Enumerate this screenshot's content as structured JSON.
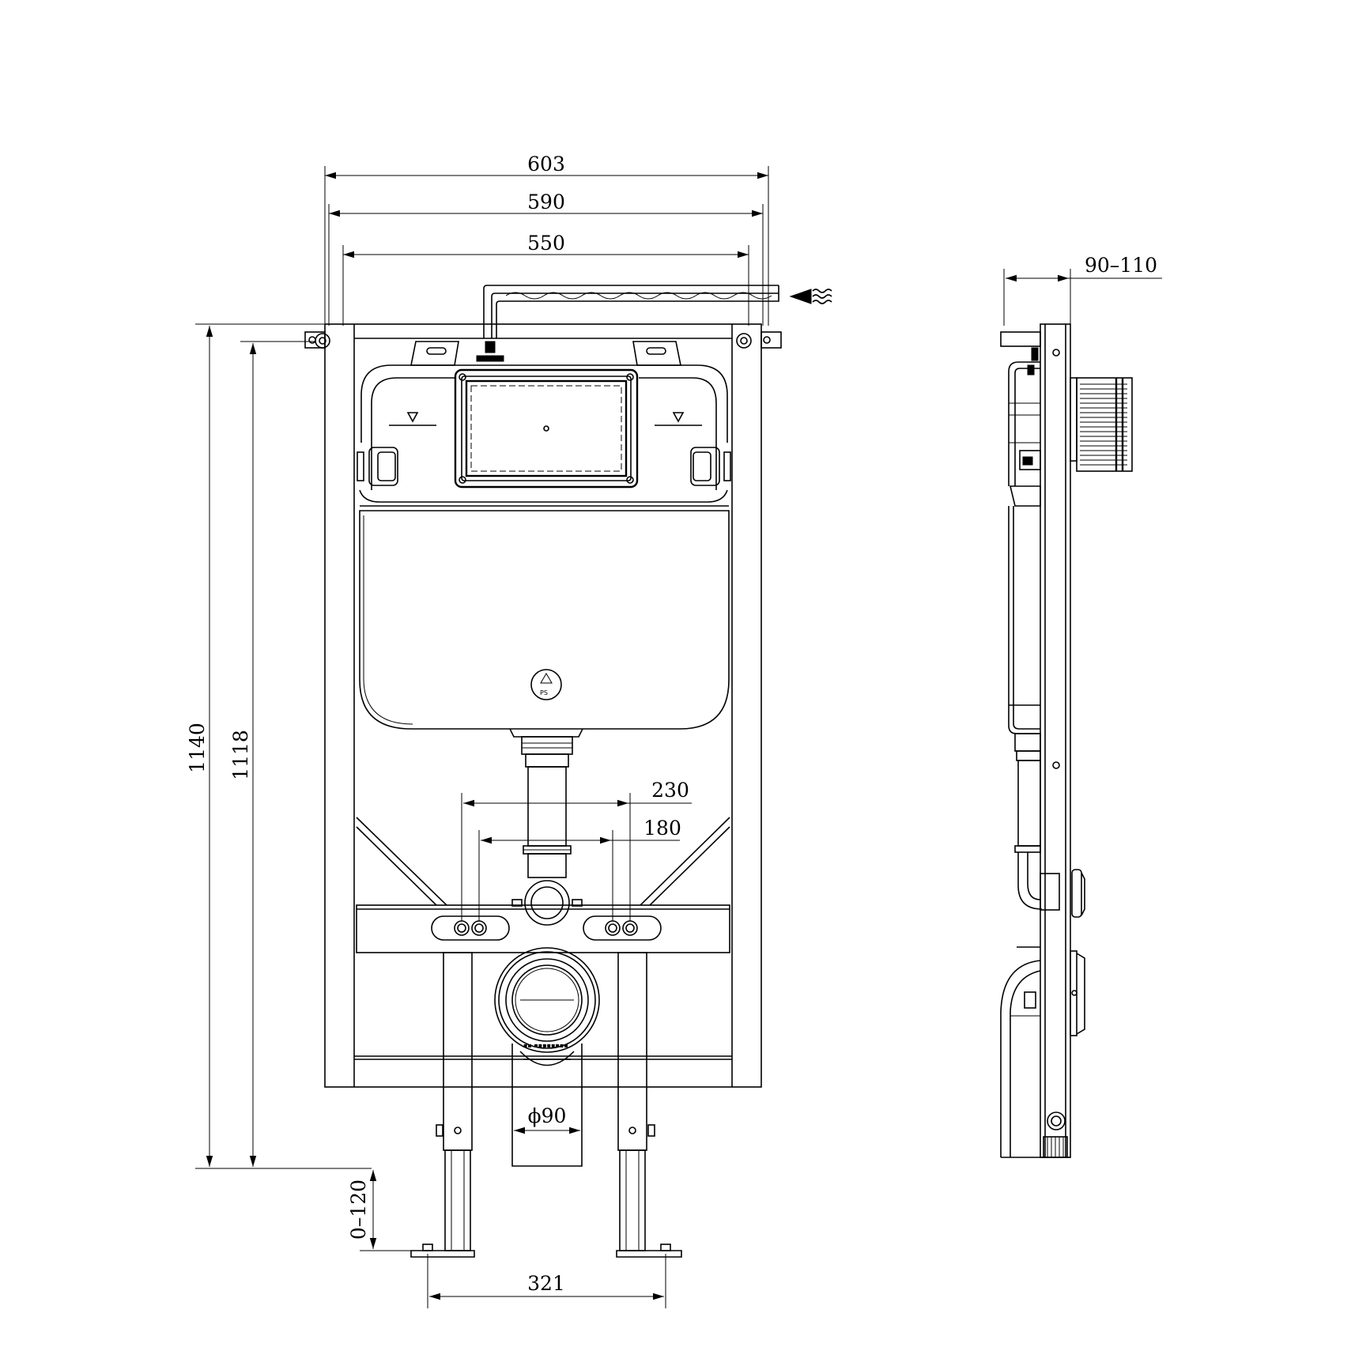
{
  "dimensions": {
    "overall_width": "603",
    "frame_width": "590",
    "inner_width": "550",
    "total_height": "1140",
    "frame_height": "1118",
    "fixing_spacing_outer": "230",
    "fixing_spacing_inner": "180",
    "drain_diameter": "ϕ90",
    "leg_adjustment": "0–120",
    "foot_spacing": "321",
    "depth": "90–110"
  },
  "labels": {
    "material_mark": "PS"
  },
  "icons": {
    "water_inlet": "water-inlet-arrow-icon",
    "recycle": "recycle-icon",
    "water_level": "water-level-mark-icon"
  }
}
